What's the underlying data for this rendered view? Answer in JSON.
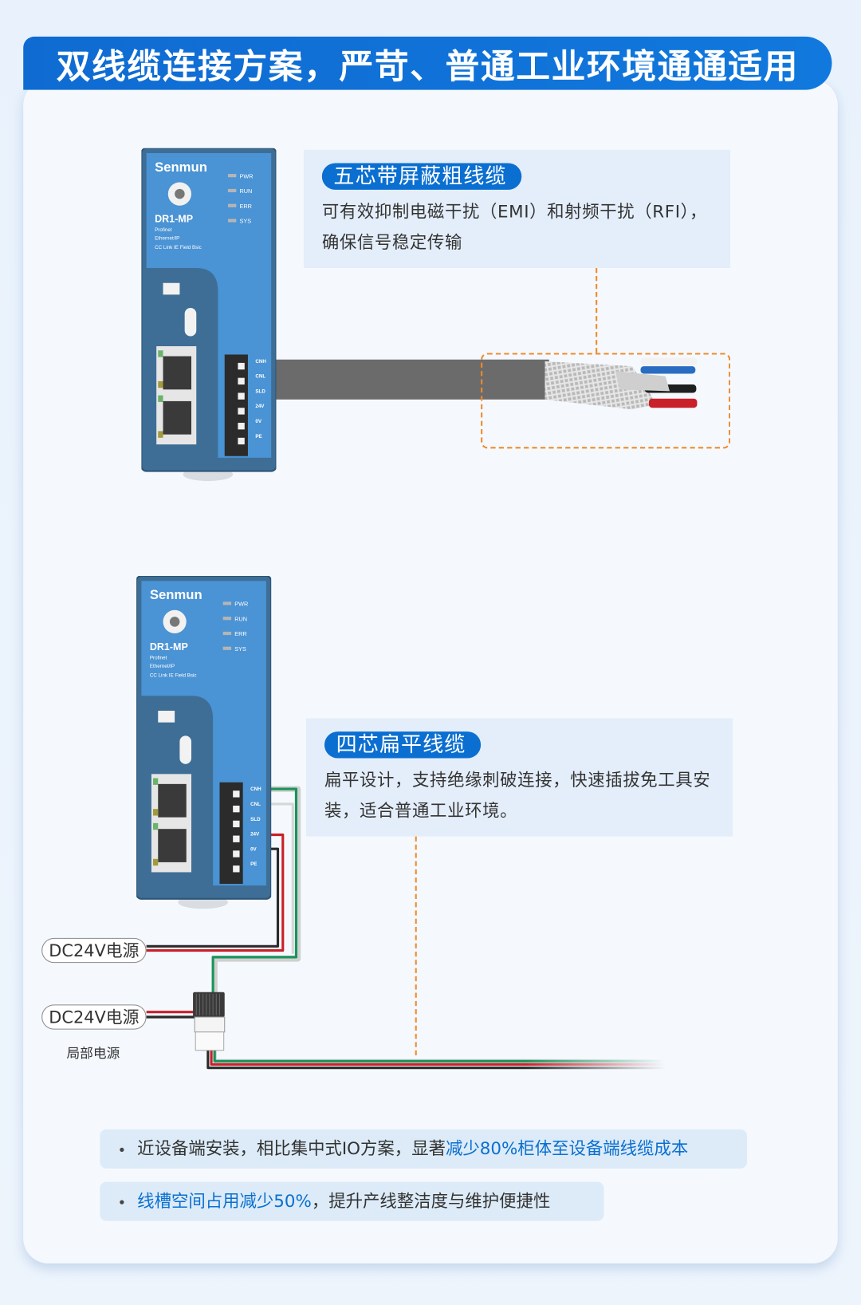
{
  "header": {
    "title": "双线缆连接方案，严苛、普通工业环境通通适用"
  },
  "device": {
    "brand": "Senmun",
    "model": "DR1-MP",
    "protocols": [
      "Profinet",
      "Ethernet/IP",
      "CC Link IE Field Bsic"
    ],
    "leds": [
      "PWR",
      "RUN",
      "ERR",
      "SYS"
    ],
    "terminals": [
      "CNH",
      "CNL",
      "SLD",
      "24V",
      "0V",
      "PE"
    ]
  },
  "callout_shielded": {
    "label": "五芯带屏蔽粗线缆",
    "desc": "可有效抑制电磁干扰（EMI）和射频干扰（RFI），确保信号稳定传输"
  },
  "callout_flat": {
    "label": "四芯扁平线缆",
    "desc": "扁平设计，支持绝缘刺破连接，快速插拔免工具安装，适合普通工业环境。"
  },
  "power": {
    "label_main": "DC24V电源",
    "label_local": "DC24V电源",
    "local_caption": "局部电源"
  },
  "bullets": [
    {
      "text": "近设备端安装，相比集中式IO方案，显著",
      "highlight": "减少80%柜体至设备端线缆成本"
    },
    {
      "highlight": "线槽空间占用减少50%",
      "text": "，提升产线整洁度与维护便捷性"
    }
  ],
  "colors": {
    "accent": "#0b6fd1",
    "dash": "#f08a2c",
    "device_blue": "#4a93d4",
    "cable_gray": "#6b6b6b"
  }
}
